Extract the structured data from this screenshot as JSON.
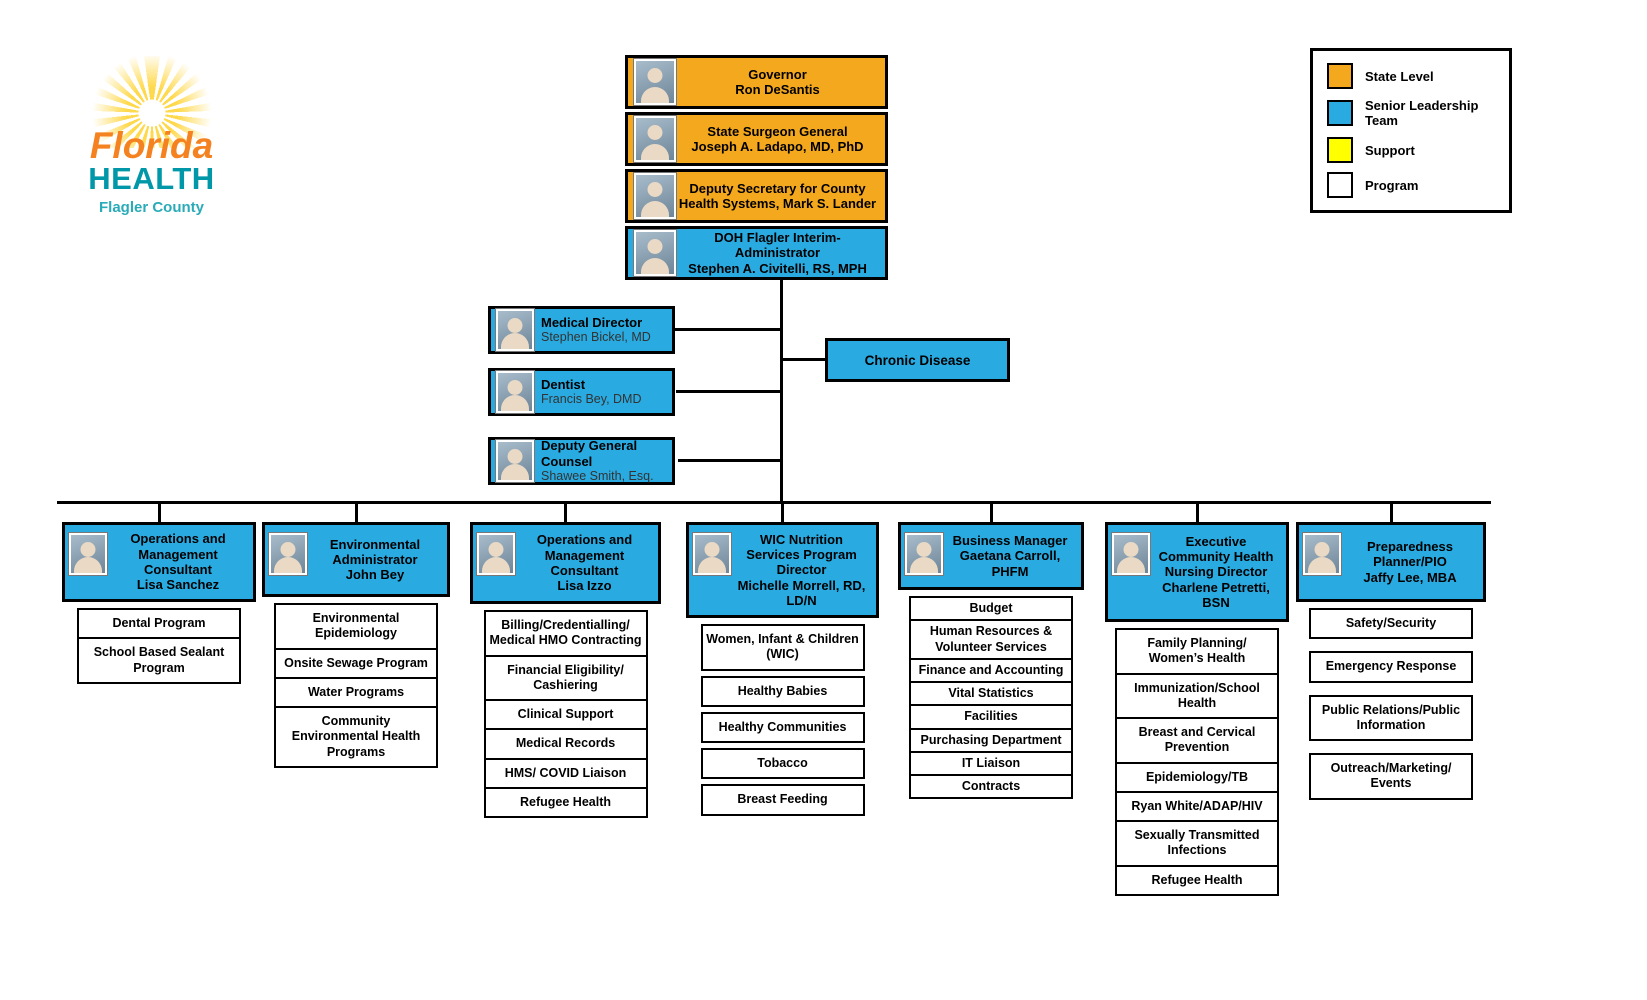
{
  "logo": {
    "line1": "Florida",
    "line2": "HEALTH",
    "line3": "Flagler County"
  },
  "colors": {
    "state_level": "#F4A81D",
    "leadership": "#29ABE2",
    "support": "#FFFF00",
    "program": "#FFFFFF"
  },
  "legend": {
    "items": [
      {
        "label": "State Level",
        "color": "#F4A81D"
      },
      {
        "label": "Senior Leadership Team",
        "color": "#29ABE2"
      },
      {
        "label": "Support",
        "color": "#FFFF00"
      },
      {
        "label": "Program",
        "color": "#FFFFFF"
      }
    ]
  },
  "top_chain": [
    {
      "title": "Governor",
      "name": "Ron DeSantis"
    },
    {
      "title": "State Surgeon General",
      "name": "Joseph A. Ladapo, MD, PhD"
    },
    {
      "title": "Deputy Secretary for County",
      "name": "Health Systems, Mark S. Lander"
    },
    {
      "title": "DOH Flagler Interim-Administrator",
      "name": "Stephen A. Civitelli, RS, MPH"
    }
  ],
  "side_boxes": [
    {
      "title": "Medical Director",
      "name": "Stephen Bickel, MD"
    },
    {
      "title": "Dentist",
      "name": "Francis Bey, DMD"
    },
    {
      "title": "Deputy General Counsel",
      "name": "Shawee Smith, Esq."
    }
  ],
  "chronic_disease_label": "Chronic Disease",
  "columns": [
    {
      "title": "Operations and Management Consultant",
      "name": "Lisa Sanchez",
      "programs": [
        "Dental Program",
        "School Based Sealant Program"
      ]
    },
    {
      "title": "Environmental Administrator",
      "name": "John Bey",
      "programs": [
        "Environmental Epidemiology",
        "Onsite Sewage Program",
        "Water Programs",
        "Community Environmental Health Programs"
      ]
    },
    {
      "title": "Operations and Management Consultant",
      "name": "Lisa Izzo",
      "programs": [
        "Billing/Credentialling/ Medical HMO Contracting",
        "Financial Eligibility/ Cashiering",
        "Clinical Support",
        "Medical Records",
        "HMS/ COVID Liaison",
        "Refugee Health"
      ]
    },
    {
      "title": "WIC Nutrition Services Program Director",
      "name": "Michelle Morrell, RD, LD/N",
      "programs": [
        "Women, Infant & Children (WIC)",
        "Healthy Babies",
        "Healthy Communities",
        "Tobacco",
        "Breast Feeding"
      ]
    },
    {
      "title": "Business Manager",
      "name": "Gaetana Carroll, PHFM",
      "programs": [
        "Budget",
        "Human Resources & Volunteer Services",
        "Finance and Accounting",
        "Vital Statistics",
        "Facilities",
        "Purchasing Department",
        "IT Liaison",
        "Contracts"
      ]
    },
    {
      "title": "Executive Community Health Nursing Director",
      "name": "Charlene Petretti, BSN",
      "programs": [
        "Family Planning/ Women’s Health",
        "Immunization/School Health",
        "Breast and Cervical Prevention",
        "Epidemiology/TB",
        "Ryan White/ADAP/HIV",
        "Sexually Transmitted Infections",
        "Refugee Health"
      ]
    },
    {
      "title": "Preparedness Planner/PIO",
      "name": "Jaffy Lee, MBA",
      "programs": [
        "Safety/Security",
        "Emergency Response",
        "Public Relations/Public Information",
        "Outreach/Marketing/ Events"
      ]
    }
  ]
}
